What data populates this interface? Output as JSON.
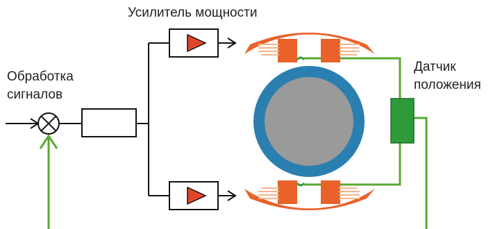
{
  "labels": {
    "power_amplifier": "Усилитель мощности",
    "signal_processing_line1": "Обработка",
    "signal_processing_line2": "сигналов",
    "position_sensor_line1": "Датчик",
    "position_sensor_line2": "положения"
  },
  "colors": {
    "line": "#111111",
    "feedback": "#5aa832",
    "sensor_fill": "#2e9a3a",
    "coil_copper": "#e06a2a",
    "stator_orange": "#e8622a",
    "rotor_ring": "#2a7fb0",
    "rotor_core": "#9a9a9a",
    "amp_triangle": "#e2462a"
  },
  "icons": {
    "summing_junction": "summing-junction-icon",
    "amplifier_triangle": "amplifier-triangle-icon"
  }
}
